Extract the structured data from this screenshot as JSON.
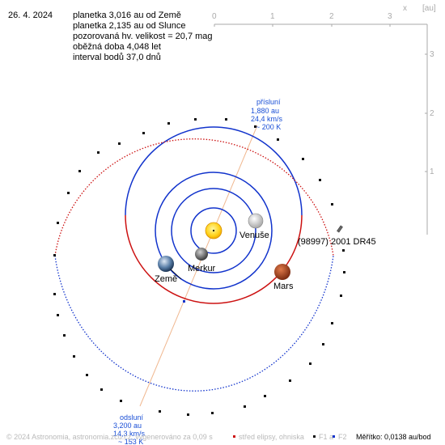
{
  "date": "26. 4. 2024",
  "info_lines": [
    "planetka 3,016 au od Země",
    "planetka 2,135 au od Slunce",
    "pozorovaná hv. velikost = 20,7 mag",
    "oběžná doba 4,048 let",
    "interval bodů 37,0 dnů"
  ],
  "axes": {
    "x_name": "x",
    "unit": "[au]",
    "x_ticks": [
      "0",
      "1",
      "2",
      "3"
    ],
    "y_ticks": [
      "3",
      "2",
      "1"
    ]
  },
  "labels": {
    "venus": "Venuše",
    "mercury": "Merkur",
    "earth": "Země",
    "mars": "Mars",
    "asteroid": "(98997) 2001 DR45"
  },
  "perihelion": {
    "title": "přísluní",
    "distance": "1,880 au",
    "speed": "24,4 km/s",
    "temp": "~ 200 K"
  },
  "aphelion": {
    "title": "odsluní",
    "distance": "3,200 au",
    "speed": "14,3 km/s",
    "temp": "~ 153 K"
  },
  "footer": {
    "copyright": "© 2024 Astronomia, astronomia.zcu.cz, vygenerováno za 0,09 s",
    "legend_center": "střed elipsy, ohniska",
    "legend_f1": "F1 a",
    "legend_f2": "F2",
    "scale": "Měřítko: 0,0138 au/bod"
  },
  "colors": {
    "inner_orbit_red": "#cc1111",
    "orbit_blue": "#1133cc",
    "aps_line": "#f0b890",
    "axis_gray": "#aaaaaa",
    "sun_fill": "#ffd21a",
    "mars_fill": "#b0431b"
  }
}
